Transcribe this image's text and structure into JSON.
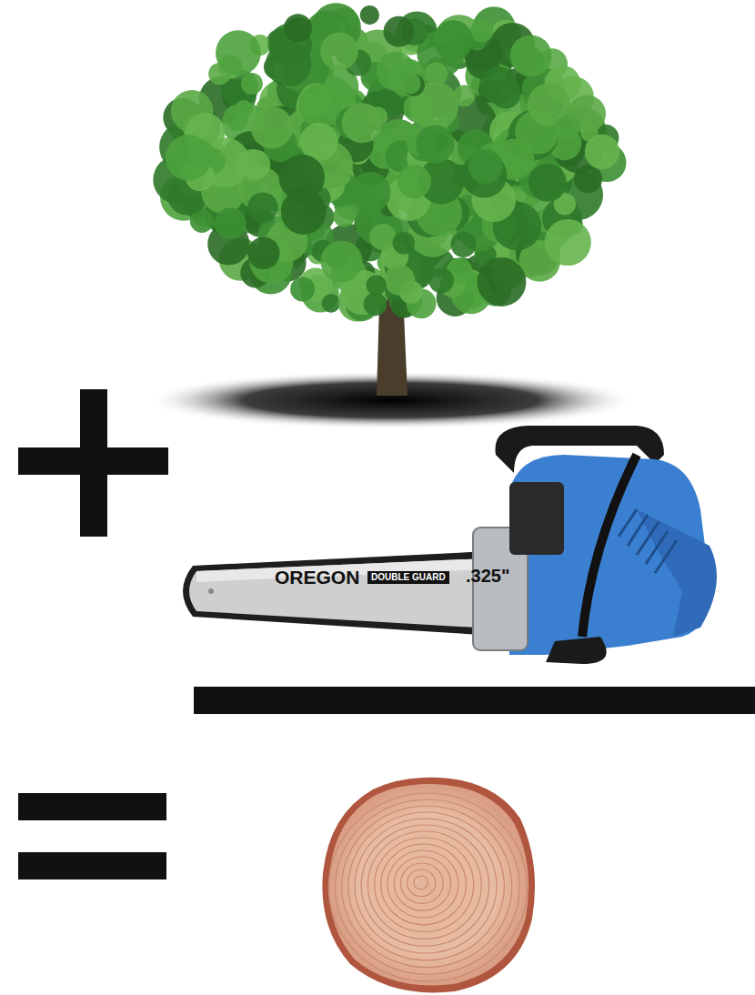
{
  "diagram": {
    "labels": [
      "OREGON",
      "DOUBLE GUARD",
      ".325\""
    ]
  }
}
